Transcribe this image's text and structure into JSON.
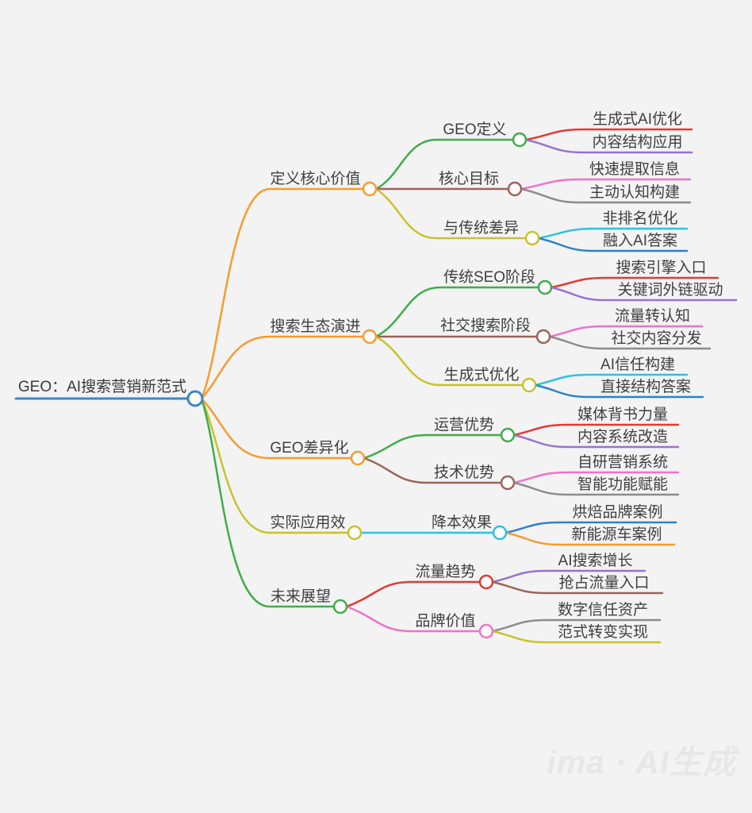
{
  "colors": {
    "background": "#f3f3f3",
    "text": "#3f3f3f",
    "root_blue": "#3c87c6",
    "orange": "#f89b30",
    "green": "#41ac4b",
    "olive": "#c9c22d",
    "brown": "#99655c",
    "red": "#e13b34",
    "purple": "#9673ce",
    "pink": "#ef72c9",
    "gray": "#8c8c8c",
    "cyan": "#2ec2df",
    "blue": "#2e82c6",
    "watermark_gray": "#e7e7e7"
  },
  "root": {
    "label": "GEO：AI搜索营销新范式"
  },
  "branches": [
    {
      "label": "定义核心价值",
      "children": [
        {
          "label": "GEO定义",
          "leaves": [
            {
              "label": "生成式AI优化"
            },
            {
              "label": "内容结构应用"
            }
          ]
        },
        {
          "label": "核心目标",
          "leaves": [
            {
              "label": "快速提取信息"
            },
            {
              "label": "主动认知构建"
            }
          ]
        },
        {
          "label": "与传统差异",
          "leaves": [
            {
              "label": "非排名优化"
            },
            {
              "label": "融入AI答案"
            }
          ]
        }
      ]
    },
    {
      "label": "搜索生态演进",
      "children": [
        {
          "label": "传统SEO阶段",
          "leaves": [
            {
              "label": "搜索引擎入口"
            },
            {
              "label": "关键词外链驱动"
            }
          ]
        },
        {
          "label": "社交搜索阶段",
          "leaves": [
            {
              "label": "流量转认知"
            },
            {
              "label": "社交内容分发"
            }
          ]
        },
        {
          "label": "生成式优化",
          "leaves": [
            {
              "label": "AI信任构建"
            },
            {
              "label": "直接结构答案"
            }
          ]
        }
      ]
    },
    {
      "label": "GEO差异化",
      "children": [
        {
          "label": "运营优势",
          "leaves": [
            {
              "label": "媒体背书力量"
            },
            {
              "label": "内容系统改造"
            }
          ]
        },
        {
          "label": "技术优势",
          "leaves": [
            {
              "label": "自研营销系统"
            },
            {
              "label": "智能功能赋能"
            }
          ]
        }
      ]
    },
    {
      "label": "实际应用效",
      "children": [
        {
          "label": "降本效果",
          "leaves": [
            {
              "label": "烘焙品牌案例"
            },
            {
              "label": "新能源车案例"
            }
          ]
        }
      ]
    },
    {
      "label": "未来展望",
      "children": [
        {
          "label": "流量趋势",
          "leaves": [
            {
              "label": "AI搜索增长"
            },
            {
              "label": "抢占流量入口"
            }
          ]
        },
        {
          "label": "品牌价值",
          "leaves": [
            {
              "label": "数字信任资产"
            },
            {
              "label": "范式转变实现"
            }
          ]
        }
      ]
    }
  ],
  "watermark": "ima · AI生成"
}
